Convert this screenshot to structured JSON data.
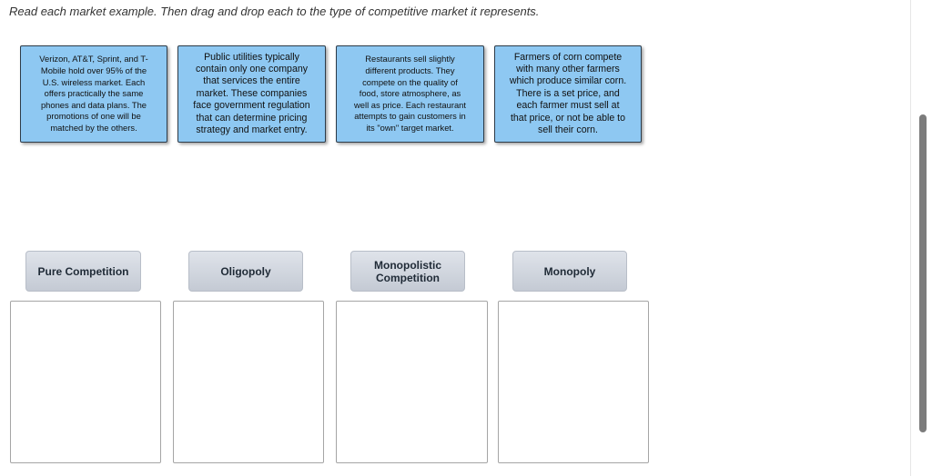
{
  "instructions": "Read each market example. Then drag and drop each to the type of competitive market it represents.",
  "cards": [
    {
      "lines": [
        "Verizon, AT&T, Sprint, and T-",
        "Mobile hold over 95% of the",
        "U.S. wireless market. Each",
        "offers practically the same",
        "phones and data plans. The",
        "promotions of one will be",
        "matched by the others."
      ]
    },
    {
      "lines": [
        "Public utilities typically",
        "contain only one company",
        "that services the entire",
        "market. These companies",
        "face government regulation",
        "that can determine pricing",
        "strategy and market entry."
      ]
    },
    {
      "lines": [
        "Restaurants sell slightly",
        "different products. They",
        "compete on the quality of",
        "food, store atmosphere, as",
        "well as price. Each restaurant",
        "attempts to gain customers in",
        "its \"own\" target market."
      ]
    },
    {
      "lines": [
        "Farmers of corn compete",
        "with many other farmers",
        "which produce similar corn.",
        "There is a set price, and",
        "each farmer must sell at",
        "that price, or not be able to",
        "sell their corn."
      ]
    }
  ],
  "categories": [
    {
      "lines": [
        "Pure Competition"
      ]
    },
    {
      "lines": [
        "Oligopoly"
      ]
    },
    {
      "lines": [
        "Monopolistic",
        "Competition"
      ]
    },
    {
      "lines": [
        "Monopoly"
      ]
    }
  ]
}
